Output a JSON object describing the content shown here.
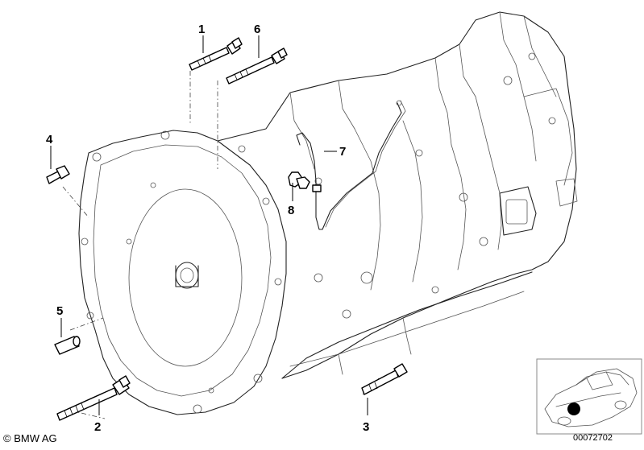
{
  "callouts": {
    "c1": "1",
    "c2": "2",
    "c3": "3",
    "c4": "4",
    "c5": "5",
    "c6": "6",
    "c7": "7",
    "c8": "8"
  },
  "footer": {
    "copyright": "© BMW AG",
    "diagram_number": "00072702"
  },
  "colors": {
    "outline": "#222222",
    "background": "#ffffff",
    "marker": "#000000"
  }
}
